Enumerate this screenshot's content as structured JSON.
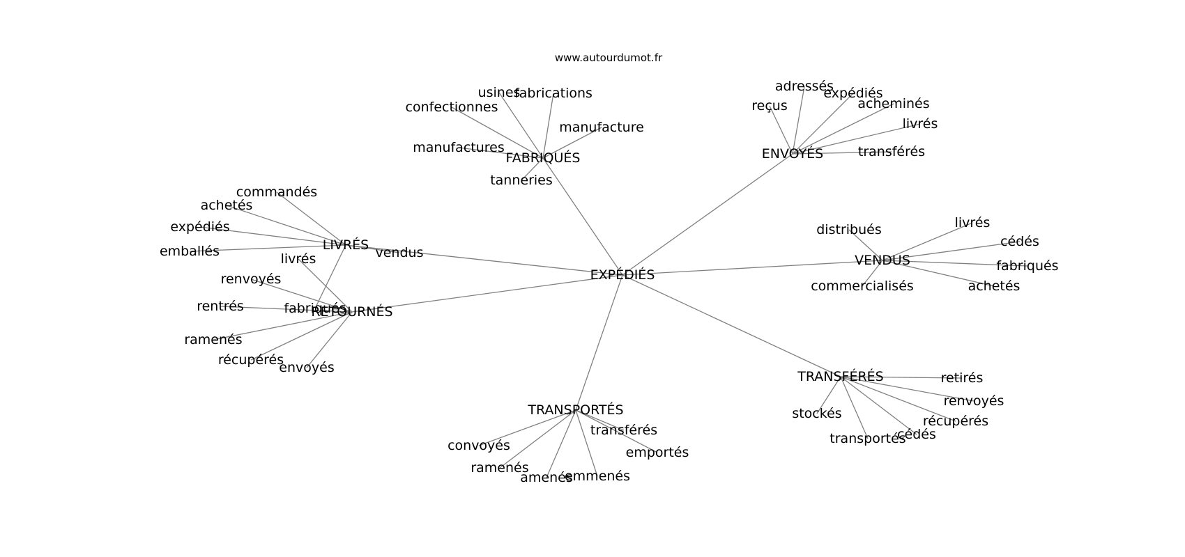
{
  "source": "www.autourdumot.fr",
  "colors": {
    "edge": "#808080",
    "text": "#000000",
    "background": "#ffffff"
  },
  "graph": {
    "center": "EXPÉDIÉS",
    "hubs": [
      {
        "id": "fabriques",
        "label": "FABRIQUÉS",
        "leaves": [
          "usines",
          "fabrications",
          "confectionnes",
          "manufacture",
          "manufactures",
          "tanneries"
        ]
      },
      {
        "id": "envoyes",
        "label": "ENVOYÉS",
        "leaves": [
          "adressés",
          "expédiés",
          "reçus",
          "acheminés",
          "livrés",
          "transférés"
        ]
      },
      {
        "id": "livres",
        "label": "LIVRÉS",
        "leaves": [
          "commandés",
          "achetés",
          "expédiés",
          "emballés",
          "vendus",
          "fabriqués"
        ]
      },
      {
        "id": "retournes",
        "label": "RETOURNÉS",
        "leaves": [
          "livrés",
          "renvoyés",
          "rentrés",
          "ramenés",
          "récupérés",
          "envoyés"
        ]
      },
      {
        "id": "vendus",
        "label": "VENDUS",
        "leaves": [
          "distribués",
          "livrés",
          "cédés",
          "fabriqués",
          "commercialisés",
          "achetés"
        ]
      },
      {
        "id": "transferes",
        "label": "TRANSFÉRÉS",
        "leaves": [
          "retirés",
          "renvoyés",
          "récupérés",
          "cédés",
          "stockés",
          "transportés"
        ]
      },
      {
        "id": "transportes",
        "label": "TRANSPORTÉS",
        "leaves": [
          "transférés",
          "emportés",
          "convoyés",
          "ramenés",
          "amenés",
          "emmenés"
        ]
      }
    ]
  }
}
